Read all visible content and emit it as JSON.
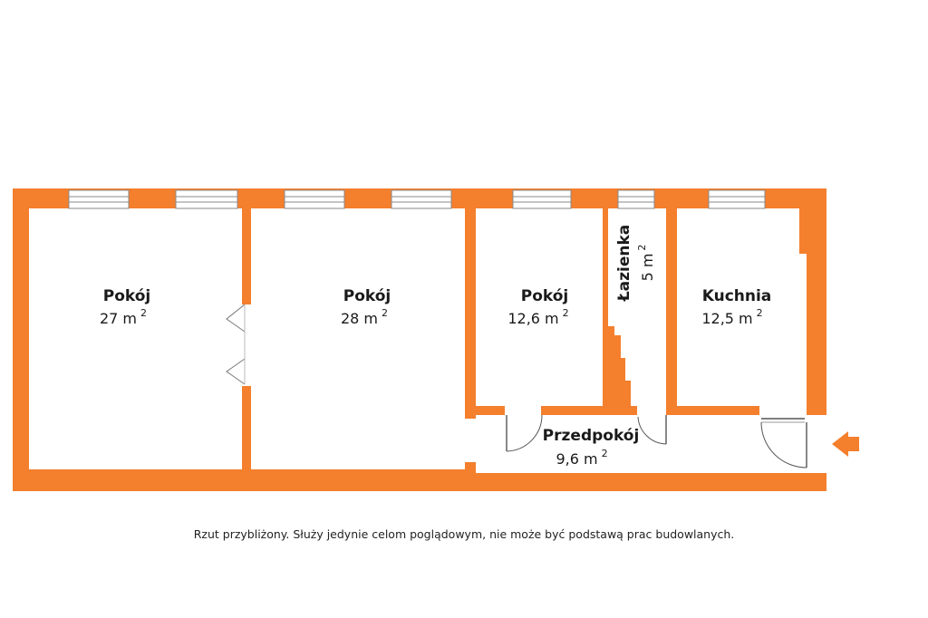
{
  "colors": {
    "wall": "#f47f2d",
    "window_frame": "#8a8a8a",
    "floor": "#ffffff"
  },
  "rooms": {
    "pokoj1": {
      "name": "Pokój",
      "area": "27 m",
      "unit_sup": "2"
    },
    "pokoj2": {
      "name": "Pokój",
      "area": "28 m",
      "unit_sup": "2"
    },
    "pokoj3": {
      "name": "Pokój",
      "area": "12,6 m",
      "unit_sup": "2"
    },
    "lazienka": {
      "name": "Łazienka",
      "area": "5 m",
      "unit_sup": "2"
    },
    "kuchnia": {
      "name": "Kuchnia",
      "area": "12,5 m",
      "unit_sup": "2"
    },
    "przedpokoj": {
      "name": "Przedpokój",
      "area": "9,6 m",
      "unit_sup": "2"
    }
  },
  "entrance": {
    "icon": "entrance-arrow-icon"
  },
  "disclaimer": "Rzut przybliżony. Służy jedynie celom poglądowym, nie może być podstawą prac budowlanych."
}
